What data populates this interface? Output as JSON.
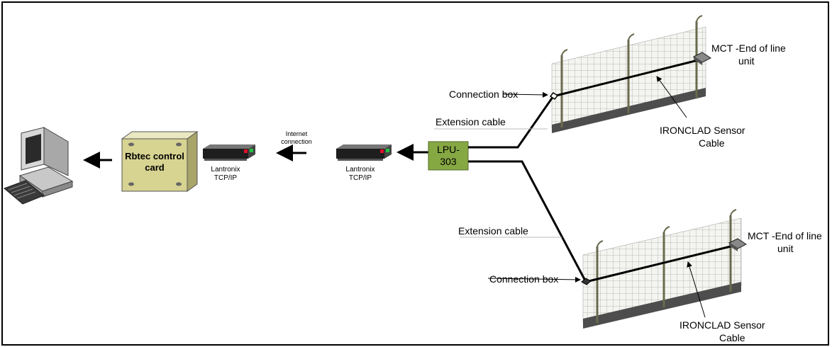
{
  "labels": {
    "control_card": "Rbtec control card",
    "lantronix_left": "Lantronix TCP/IP",
    "internet": "Internet connection",
    "lantronix_right": "Lantronix TCP/IP",
    "lpu": "LPU-303",
    "connection_box_top": "Connection box",
    "extension_cable_top": "Extension cable",
    "mct_top_line1": "MCT -End of line",
    "mct_top_line2": "unit",
    "ironclad_top_line1": "IRONCLAD Sensor",
    "ironclad_top_line2": "Cable",
    "extension_cable_bottom": "Extension cable",
    "connection_box_bottom": "Connection box",
    "mct_bottom_line1": "MCT -End of line",
    "mct_bottom_line2": "unit",
    "ironclad_bottom_line1": "IRONCLAD Sensor",
    "ironclad_bottom_line2": "Cable"
  },
  "colors": {
    "card_fill": "#d7d391",
    "lpu_fill": "#86a843",
    "fence_post": "#6a6a4e",
    "fence_base": "#4d4d4d",
    "led_red": "#e0102a",
    "led_green": "#23c043"
  },
  "icons": [
    "computer-icon",
    "router-icon",
    "arrow-left-icon"
  ]
}
